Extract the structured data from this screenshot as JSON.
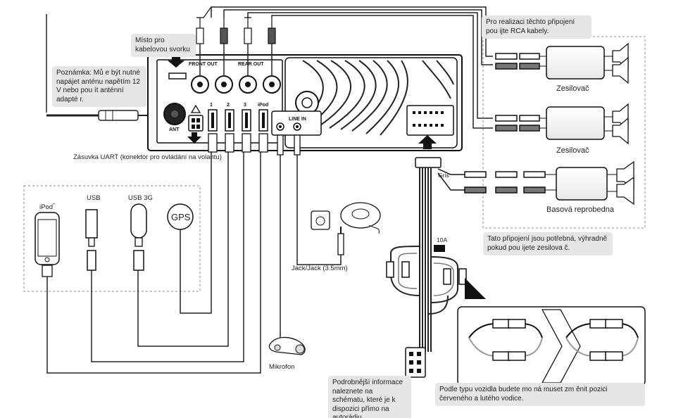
{
  "notes": {
    "cable_clamp": "Místo pro kabelovou svorku",
    "rca": "Pro realizaci těchto připojení pou ijte RCA kabely.",
    "antenna": "Poznámka: Mů e být nutné napájet anténu napětím 12 V nebo pou ít anténní adapté r.",
    "amp_optional": "Tato připojení jsou potřebná, výhradně pokud pou ijete zesilova č.",
    "schema": "Podrobnější informace naleznete na schématu, které je k dispozici přímo na autorádiu.",
    "wires": "Podle typu vozidla budete mo ná muset zm ěnit pozici červeného a  lutého vodice."
  },
  "labels": {
    "uart": "Zásuvka UART (konektor pro ovládání na volantu)",
    "amp1": "Zesilovač",
    "amp2": "Zesilovač",
    "sub": "Basová reprobedna",
    "gris": "Gris",
    "fuse": "10A",
    "jack": "Jack/Jack (3.5mm)",
    "mic": "Mikrofon",
    "ipod": "iPod",
    "ipod_mark": "*",
    "usb": "USB",
    "usb3g": "USB 3G",
    "gps": "GPS"
  },
  "unit": {
    "front_out": "FRONT OUT",
    "rear_out": "REAR OUT",
    "ant": "ANT",
    "usb1": "1",
    "usb2": "2",
    "usb3": "3",
    "usb_ipod": "iPod",
    "line_in": "LINE IN"
  }
}
